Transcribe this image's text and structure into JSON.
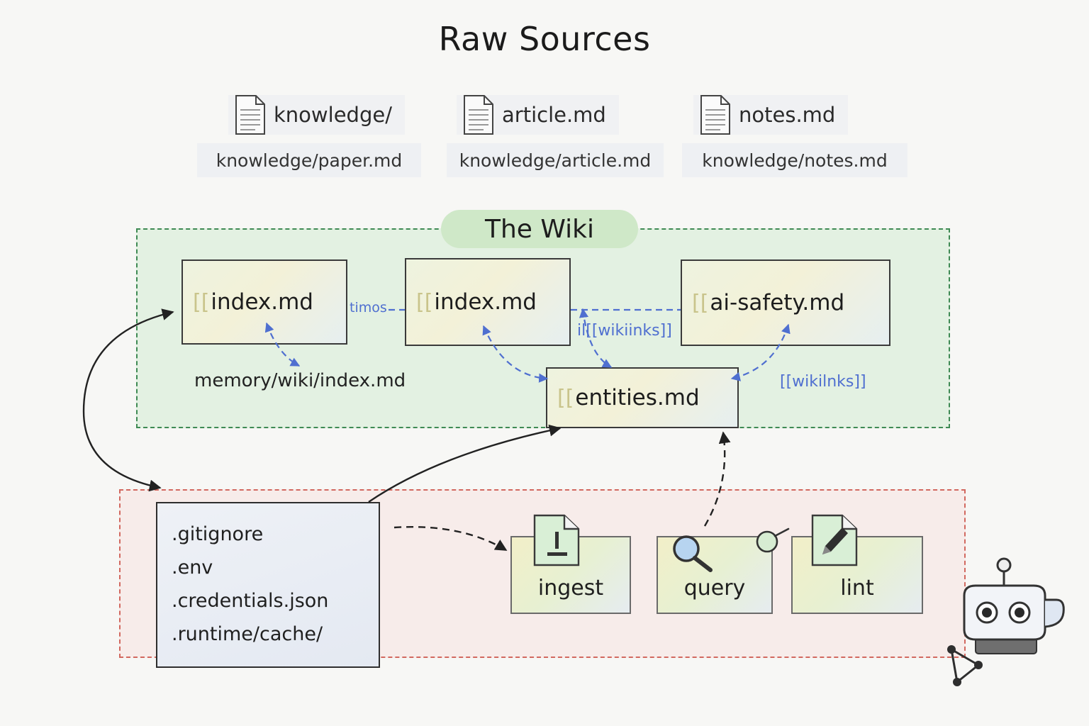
{
  "title": "Raw Sources",
  "sources": [
    {
      "label": "knowledge/",
      "path": "knowledge/paper.md"
    },
    {
      "label": "article.md",
      "path": "knowledge/article.md"
    },
    {
      "label": "notes.md",
      "path": "knowledge/notes.md"
    }
  ],
  "wiki": {
    "title": "The Wiki",
    "pages": {
      "index_a": "index.md",
      "index_b": "index.md",
      "ai_safety": "ai-safety.md",
      "entities": "entities.md"
    },
    "page_prefix": "[[",
    "memory_path": "memory/wiki/index.md",
    "edge_label_left": "timos",
    "edge_label_mid": "[[wikiinks]]",
    "edge_label_mid_prefix": "il",
    "edge_label_right": "[[wikilnks]]"
  },
  "hidden_files": [
    ".gitignore",
    ".env",
    ".credentials.json",
    ".runtime/cache/"
  ],
  "operations": {
    "ingest": "ingest",
    "query": "query",
    "lint": "lint"
  },
  "icons": {
    "doc": "document-icon",
    "ingest": "document-import-icon",
    "query": "magnifier-icon",
    "lint": "document-pencil-icon",
    "agent": "robot-icon",
    "graph": "network-graph-icon"
  },
  "colors": {
    "wiki_border": "#3f8a54",
    "wiki_fill": "#d4ecd2",
    "ops_border": "#d2685f",
    "link_blue": "#4f6fd0",
    "pill": "#cfe8c8"
  }
}
